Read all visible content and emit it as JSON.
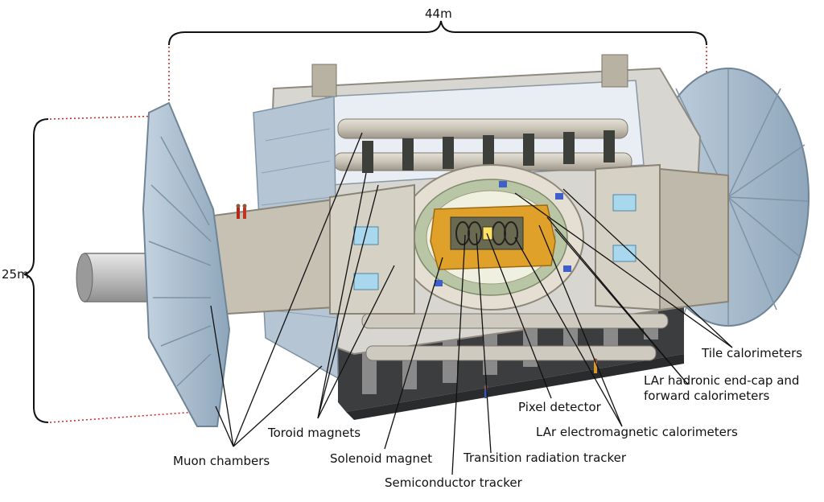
{
  "dimensions": {
    "length": "44m",
    "height": "25m"
  },
  "labels": {
    "muon_chambers": "Muon chambers",
    "toroid_magnets": "Toroid magnets",
    "solenoid_magnet": "Solenoid magnet",
    "semiconductor_tracker": "Semiconductor tracker",
    "transition_radiation_tracker": "Transition radiation tracker",
    "pixel_detector": "Pixel detector",
    "lar_em": "LAr electromagnetic calorimeters",
    "lar_hadronic_line1": "LAr hadronic end-cap and",
    "lar_hadronic_line2": "forward calorimeters",
    "tile_calorimeters": "Tile calorimeters"
  },
  "colors": {
    "muon_blue": "#9fb4c8",
    "steel": "#c9c3b6",
    "calorimeter_orange": "#e0a12a",
    "dimension_red": "#cc2222",
    "support_dark": "#3b3d3f"
  }
}
